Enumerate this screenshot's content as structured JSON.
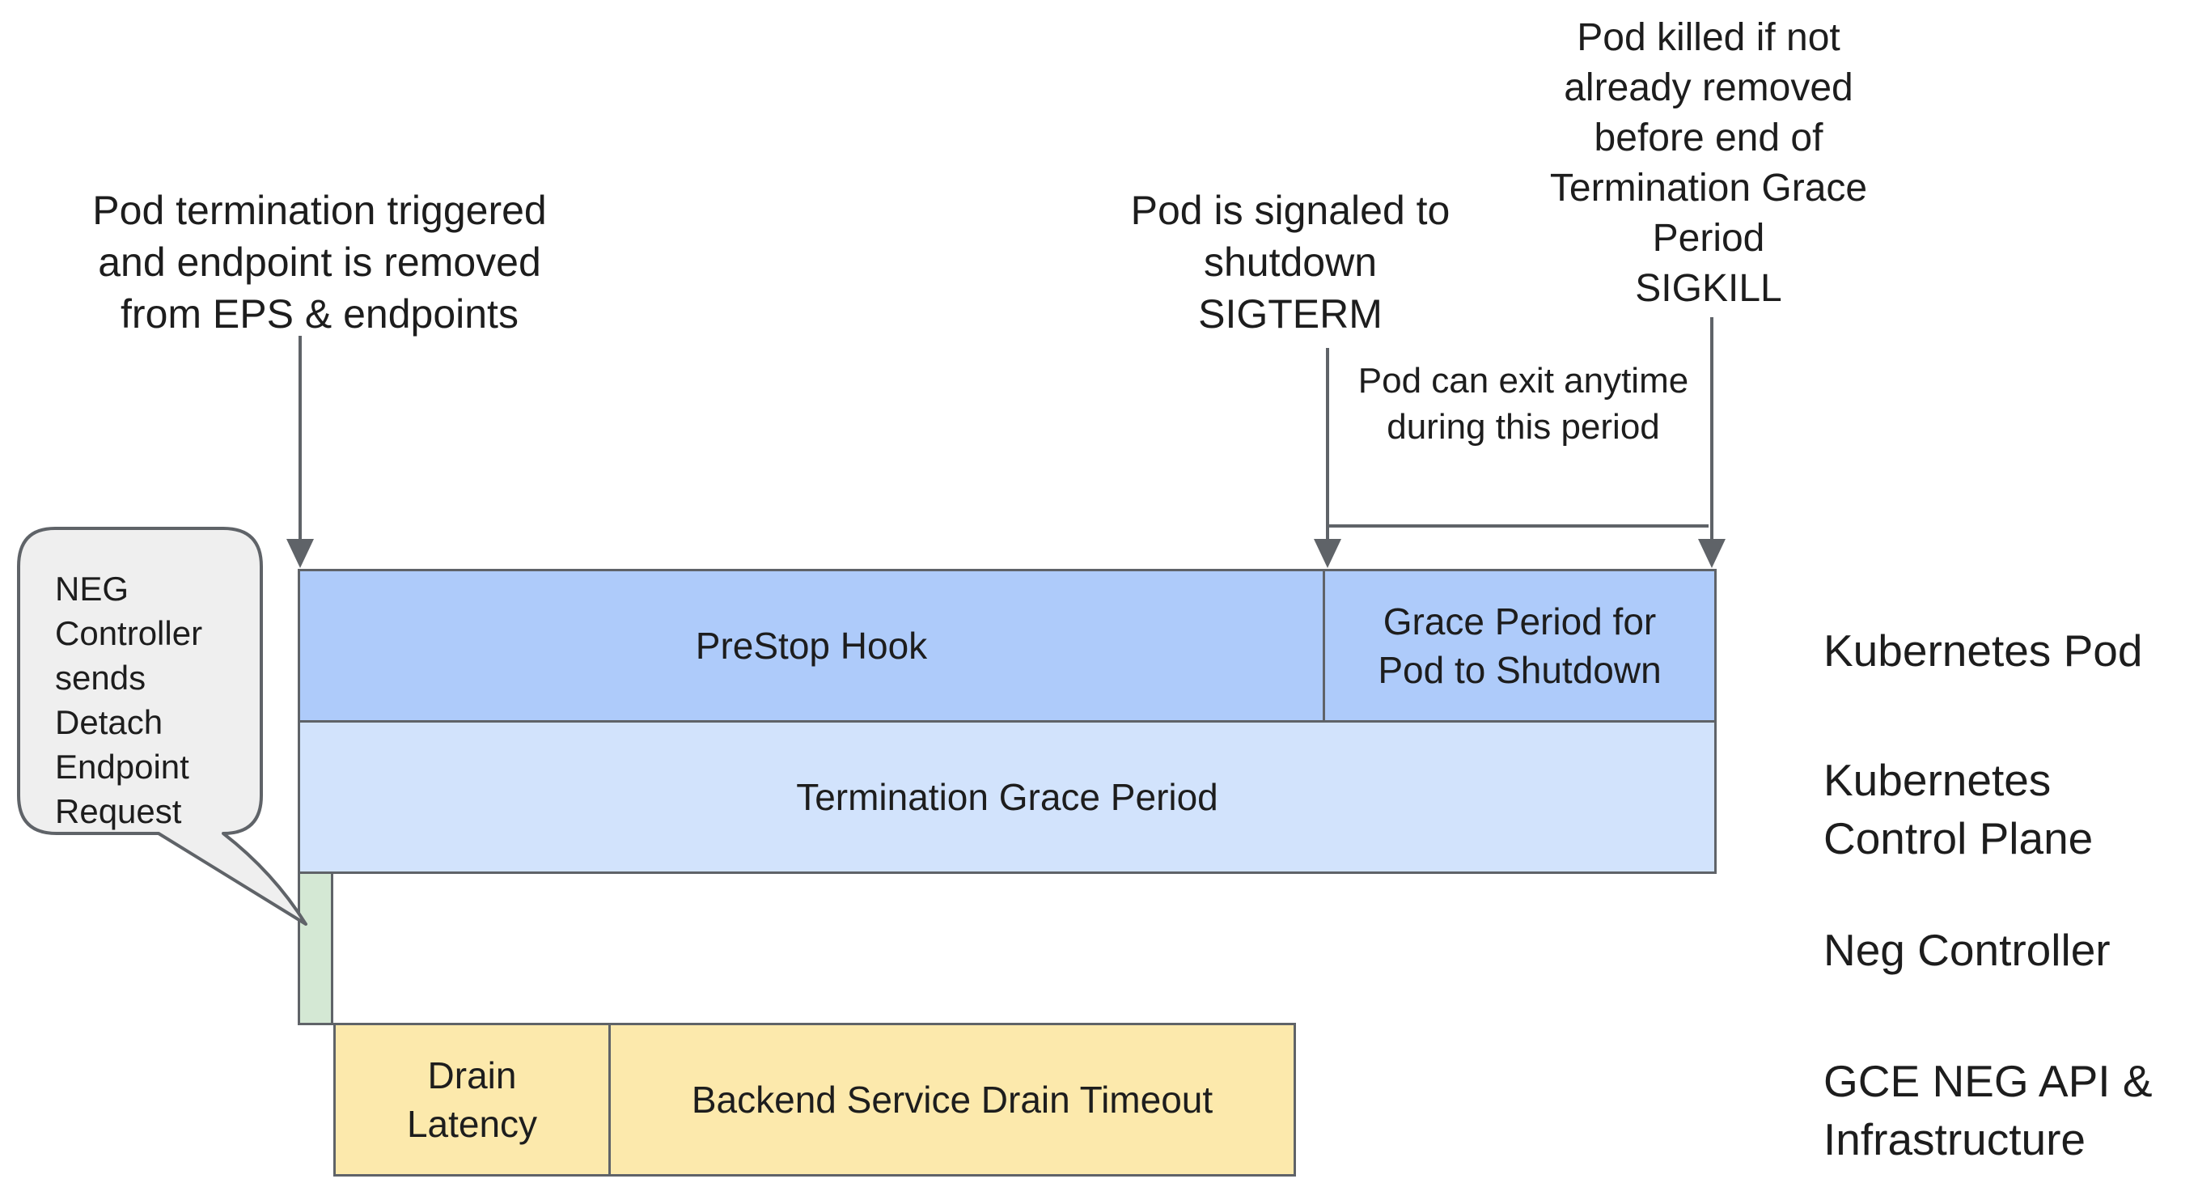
{
  "annotations": {
    "pod_termination": "Pod termination triggered\nand endpoint is removed\nfrom EPS & endpoints",
    "sigterm": "Pod is signaled to\nshutdown\nSIGTERM",
    "sigkill": "Pod killed if not\nalready removed\nbefore end of\nTermination Grace\nPeriod\nSIGKILL",
    "pod_can_exit": "Pod can exit anytime\nduring this period"
  },
  "bubble": {
    "text": "NEG\nController\nsends\nDetach\nEndpoint\nRequest"
  },
  "bars": {
    "prestop": "PreStop Hook",
    "grace": "Grace Period for\nPod to Shutdown",
    "tgp": "Termination Grace Period",
    "neg": "",
    "drain": "Drain\nLatency",
    "backend": "Backend Service Drain Timeout"
  },
  "rows": [
    {
      "label": "Kubernetes Pod"
    },
    {
      "label": "Kubernetes\nControl Plane"
    },
    {
      "label": "Neg Controller"
    },
    {
      "label": "GCE NEG API &\nInfrastructure"
    }
  ],
  "colors": {
    "bar_blue": "#aecbfa",
    "bar_blue_light": "#d2e3fc",
    "bar_green": "#d4e8d4",
    "bar_yellow": "#fce9ac",
    "bubble_fill": "#efefef",
    "line_gray": "#5f6368",
    "text": "#1d1d1d",
    "background": "#ffffff"
  }
}
